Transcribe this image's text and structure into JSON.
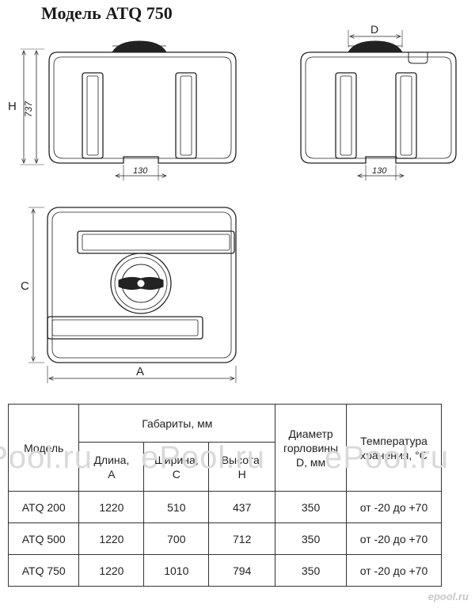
{
  "title": "Модель ATQ 750",
  "dimensions": {
    "h_letter": "H",
    "h_value": "737",
    "d_letter": "D",
    "leg_front": "130",
    "leg_side": "130",
    "c_letter": "C",
    "a_letter": "A"
  },
  "table": {
    "col_model": "Модель",
    "col_gabarity": "Габариты, мм",
    "col_length": "Длина, А",
    "col_width": "Ширина, С",
    "col_height": "Высота, Н",
    "col_diameter": "Диаметр горловины D, мм",
    "col_temp": "Температура хранения, °C",
    "rows": [
      {
        "model": "ATQ 200",
        "length": "1220",
        "width": "510",
        "height": "437",
        "diameter": "350",
        "temp": "от -20 до +70"
      },
      {
        "model": "ATQ 500",
        "length": "1220",
        "width": "700",
        "height": "712",
        "diameter": "350",
        "temp": "от -20 до +70"
      },
      {
        "model": "ATQ 750",
        "length": "1220",
        "width": "1010",
        "height": "794",
        "diameter": "350",
        "temp": "от -20 до +70"
      }
    ]
  },
  "watermarks": {
    "wm1": "ePool.ru",
    "wm2": "ePool.ru",
    "wm3": "ePool.ru",
    "logo": "epool.ru"
  }
}
